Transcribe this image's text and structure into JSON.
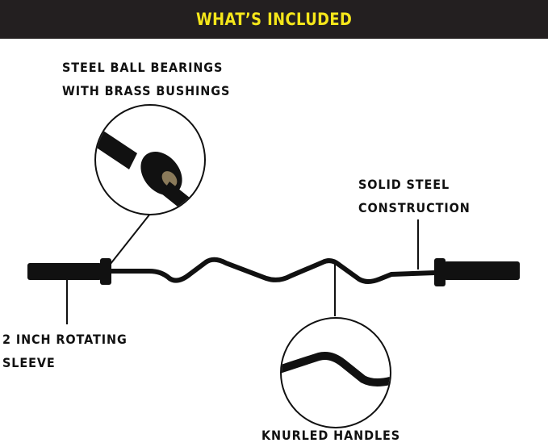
{
  "header": {
    "title": "WHAT’S INCLUDED"
  },
  "callouts": {
    "bearings": [
      "STEEL BALL BEARINGS",
      "WITH BRASS BUSHINGS"
    ],
    "steel": [
      "SOLID STEEL",
      "CONSTRUCTION"
    ],
    "sleeve": [
      "2 INCH ROTATING",
      "SLEEVE"
    ],
    "handles": "KNURLED HANDLES"
  },
  "colors": {
    "header_bg": "#231f20",
    "header_text": "#f5e61a",
    "bar": "#111111"
  }
}
